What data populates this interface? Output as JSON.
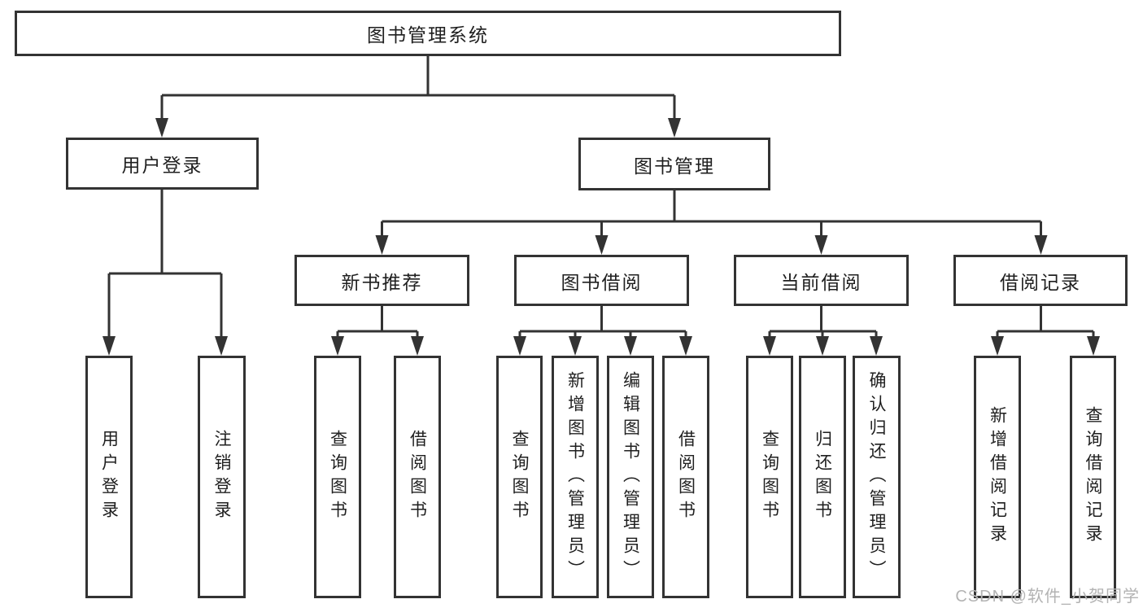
{
  "diagram": {
    "type": "tree-diagram",
    "colors": {
      "line": "#333333",
      "box_border": "#333333",
      "text": "#1f1f1f",
      "background": "#ffffff",
      "watermark": "#b3b3b3"
    },
    "watermark": "CSDN @软件_小贺同学"
  },
  "tree": {
    "label": "图书管理系统",
    "children": [
      {
        "label": "用户登录",
        "children": [
          {
            "label": "用户登录"
          },
          {
            "label": "注销登录"
          }
        ]
      },
      {
        "label": "图书管理",
        "children": [
          {
            "label": "新书推荐",
            "children": [
              {
                "label": "查询图书"
              },
              {
                "label": "借阅图书"
              }
            ]
          },
          {
            "label": "图书借阅",
            "children": [
              {
                "label": "查询图书"
              },
              {
                "label": "新增图书（管理员）"
              },
              {
                "label": "编辑图书（管理员）"
              },
              {
                "label": "借阅图书"
              }
            ]
          },
          {
            "label": "当前借阅",
            "children": [
              {
                "label": "查询图书"
              },
              {
                "label": "归还图书"
              },
              {
                "label": "确认归还（管理员）"
              }
            ]
          },
          {
            "label": "借阅记录",
            "children": [
              {
                "label": "新增借阅记录"
              },
              {
                "label": "查询借阅记录"
              }
            ]
          }
        ]
      }
    ]
  }
}
